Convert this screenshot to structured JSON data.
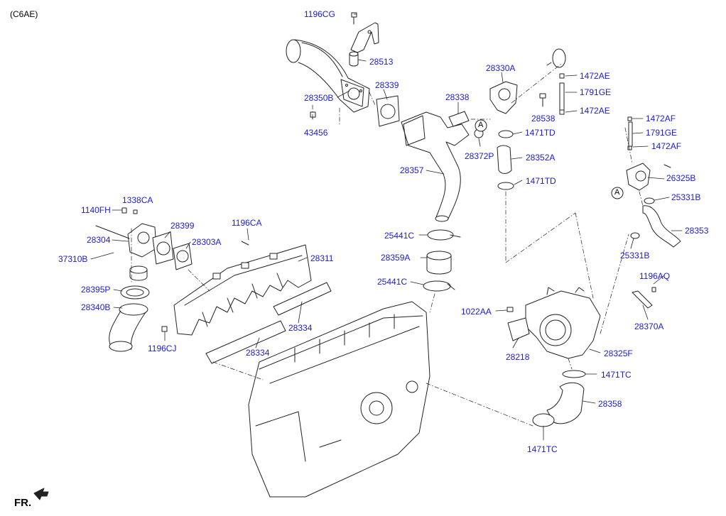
{
  "variant_code": "(C6AE)",
  "front_marker": "FR.",
  "callout": "A",
  "parts": [
    {
      "code": "1196CG",
      "name": "label-1196cg"
    },
    {
      "code": "28513",
      "name": "label-28513"
    },
    {
      "code": "28350B",
      "name": "label-28350b"
    },
    {
      "code": "28339",
      "name": "label-28339"
    },
    {
      "code": "43456",
      "name": "label-43456"
    },
    {
      "code": "28330A",
      "name": "label-28330a"
    },
    {
      "code": "1472AE",
      "name": "label-1472ae-upper"
    },
    {
      "code": "1791GE",
      "name": "label-1791ge-upper"
    },
    {
      "code": "1472AE",
      "name": "label-1472ae-lower"
    },
    {
      "code": "28338",
      "name": "label-28338"
    },
    {
      "code": "28538",
      "name": "label-28538"
    },
    {
      "code": "1471TD",
      "name": "label-1471td-upper"
    },
    {
      "code": "28372P",
      "name": "label-28372p"
    },
    {
      "code": "28352A",
      "name": "label-28352a"
    },
    {
      "code": "28357",
      "name": "label-28357"
    },
    {
      "code": "1471TD",
      "name": "label-1471td-lower"
    },
    {
      "code": "1472AF",
      "name": "label-1472af-upper"
    },
    {
      "code": "1791GE",
      "name": "label-1791ge-lower"
    },
    {
      "code": "1472AF",
      "name": "label-1472af-lower"
    },
    {
      "code": "26325B",
      "name": "label-26325b"
    },
    {
      "code": "25331B",
      "name": "label-25331b-upper"
    },
    {
      "code": "28353",
      "name": "label-28353"
    },
    {
      "code": "25331B",
      "name": "label-25331b-lower"
    },
    {
      "code": "1338CA",
      "name": "label-1338ca"
    },
    {
      "code": "1140FH",
      "name": "label-1140fh"
    },
    {
      "code": "28304",
      "name": "label-28304"
    },
    {
      "code": "37310B",
      "name": "label-37310b"
    },
    {
      "code": "28399",
      "name": "label-28399"
    },
    {
      "code": "28303A",
      "name": "label-28303a"
    },
    {
      "code": "1196CA",
      "name": "label-1196ca"
    },
    {
      "code": "28311",
      "name": "label-28311"
    },
    {
      "code": "28395P",
      "name": "label-28395p"
    },
    {
      "code": "28340B",
      "name": "label-28340b"
    },
    {
      "code": "1196CJ",
      "name": "label-1196cj"
    },
    {
      "code": "28334",
      "name": "label-28334-right"
    },
    {
      "code": "28334",
      "name": "label-28334-lower"
    },
    {
      "code": "25441C",
      "name": "label-25441c-upper"
    },
    {
      "code": "28359A",
      "name": "label-28359a"
    },
    {
      "code": "25441C",
      "name": "label-25441c-lower"
    },
    {
      "code": "1196AQ",
      "name": "label-1196aq"
    },
    {
      "code": "28370A",
      "name": "label-28370a"
    },
    {
      "code": "1022AA",
      "name": "label-1022aa"
    },
    {
      "code": "28218",
      "name": "label-28218"
    },
    {
      "code": "28325F",
      "name": "label-28325f"
    },
    {
      "code": "1471TC",
      "name": "label-1471tc-upper"
    },
    {
      "code": "28358",
      "name": "label-28358"
    },
    {
      "code": "1471TC",
      "name": "label-1471tc-lower"
    }
  ]
}
